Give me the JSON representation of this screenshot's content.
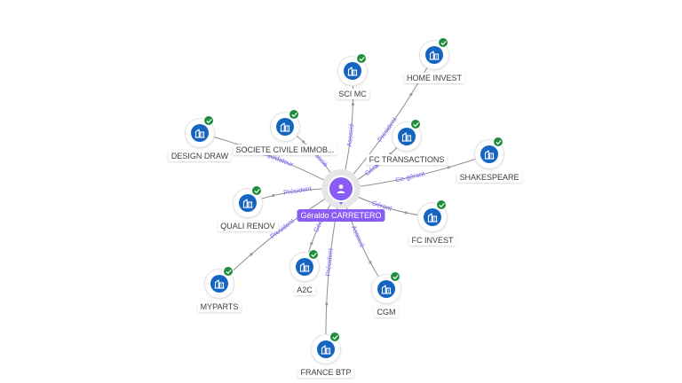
{
  "colors": {
    "person_accent": "#8a5cf6",
    "company_icon_bg": "#1565c0",
    "verified_badge": "#1e8e3e",
    "edge_label": "#7b61ff",
    "edge_line": "#8e8e8e"
  },
  "center": {
    "name": "Géraldo CARRETERO",
    "icon": "person-icon"
  },
  "nodes": [
    {
      "id": "sci-mc",
      "name": "SCI MC",
      "icon": "building-icon",
      "verified": true,
      "relation": "Associé"
    },
    {
      "id": "home-invest",
      "name": "HOME INVEST",
      "icon": "building-icon",
      "verified": true,
      "relation": "Président"
    },
    {
      "id": "societe-civile",
      "name": "SOCIETE CIVILE IMMOB...",
      "icon": "building-icon",
      "verified": true,
      "relation": "Associé"
    },
    {
      "id": "design-draw",
      "name": "DESIGN DRAW",
      "icon": "building-icon",
      "verified": true,
      "relation": "Liquidateur"
    },
    {
      "id": "fc-transactions",
      "name": "FC TRANSACTIONS",
      "icon": "building-icon",
      "verified": true,
      "relation": "Gérant"
    },
    {
      "id": "shakespeare",
      "name": "SHAKESPEARE",
      "icon": "building-icon",
      "verified": true,
      "relation": "Co-gérant"
    },
    {
      "id": "quali-renov",
      "name": "QUALI RENOV",
      "icon": "building-icon",
      "verified": true,
      "relation": "Président"
    },
    {
      "id": "fc-invest",
      "name": "FC INVEST",
      "icon": "building-icon",
      "verified": true,
      "relation": "Gérant"
    },
    {
      "id": "myparts",
      "name": "MYPARTS",
      "icon": "building-icon",
      "verified": true,
      "relation": "Président"
    },
    {
      "id": "a2c",
      "name": "A2C",
      "icon": "building-icon",
      "verified": true,
      "relation": "Gérant"
    },
    {
      "id": "cgm",
      "name": "CGM",
      "icon": "building-icon",
      "verified": true,
      "relation": "Associé"
    },
    {
      "id": "france-btp",
      "name": "FRANCE BTP",
      "icon": "building-icon",
      "verified": true,
      "relation": "Président"
    }
  ]
}
